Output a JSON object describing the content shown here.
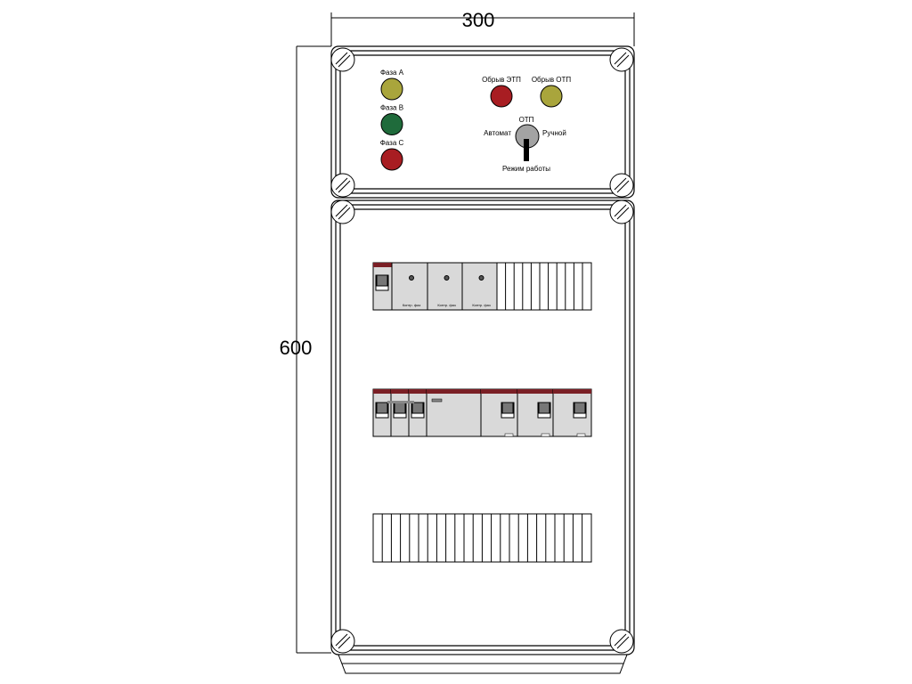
{
  "dimensions": {
    "width_label": "300",
    "height_label": "600"
  },
  "top_panel": {
    "lamps": [
      {
        "label": "Фаза A",
        "color": "#a9a53c"
      },
      {
        "label": "Фаза B",
        "color": "#1f6b3b"
      },
      {
        "label": "Фаза C",
        "color": "#a81d22"
      }
    ],
    "indicators": [
      {
        "label": "Обрыв ЭТП",
        "color": "#a81d22"
      },
      {
        "label": "Обрыв ОТП",
        "color": "#a9a53c"
      }
    ],
    "switch": {
      "top": "ОТП",
      "left": "Автомат",
      "right": "Ручной",
      "bottom": "Режим работы"
    }
  },
  "modules": {
    "monitor_label": "Контр. фаз"
  },
  "colors": {
    "breaker_top": "#7a1f25",
    "module": "#d9d9d9",
    "handle": "#777777"
  }
}
